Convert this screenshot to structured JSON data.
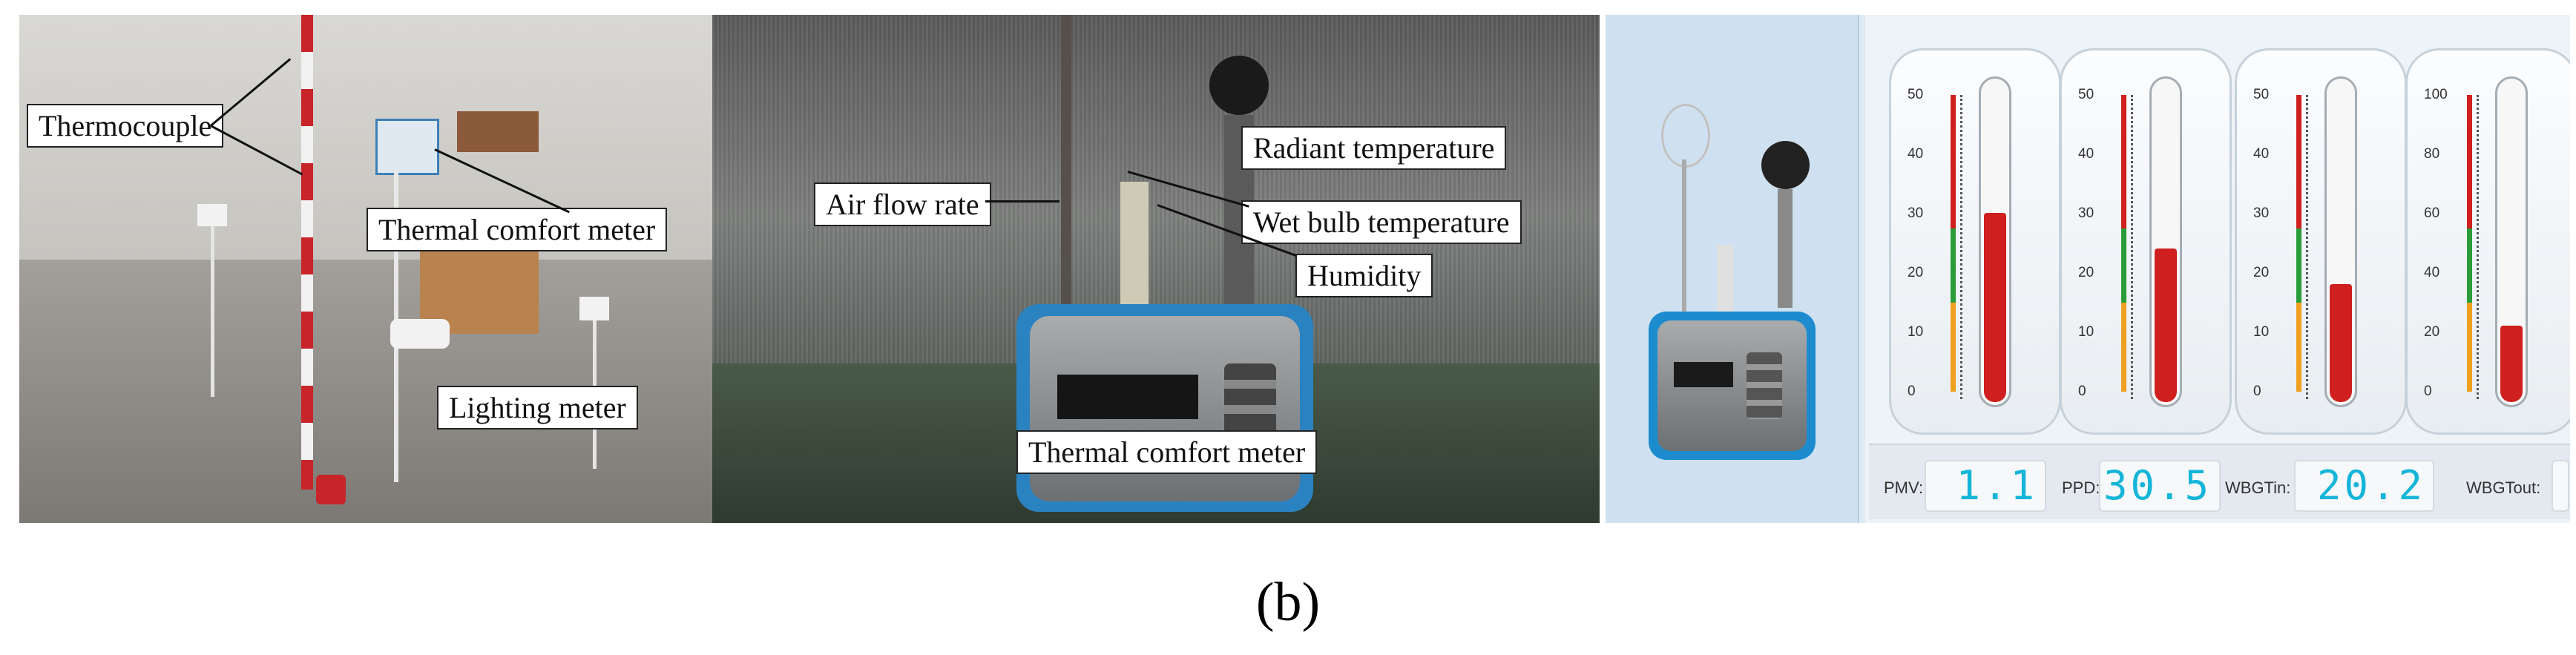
{
  "panel1": {
    "labels": {
      "thermocouple": "Thermocouple",
      "thermal_comfort_meter": "Thermal comfort meter",
      "lighting_meter": "Lighting  meter"
    }
  },
  "panel2": {
    "labels": {
      "radiant_temperature": "Radiant temperature",
      "air_flow_rate": "Air flow rate",
      "wet_bulb_temperature": "Wet bulb temperature",
      "humidity": "Humidity",
      "thermal_comfort_meter": "Thermal comfort meter"
    }
  },
  "panel3": {
    "gauges": [
      {
        "ticks": [
          "50",
          "40",
          "30",
          "20",
          "10",
          "0"
        ],
        "level": 30,
        "max": 50
      },
      {
        "ticks": [
          "50",
          "40",
          "30",
          "20",
          "10",
          "0"
        ],
        "level": 24,
        "max": 50
      },
      {
        "ticks": [
          "50",
          "40",
          "30",
          "20",
          "10",
          "0"
        ],
        "level": 18,
        "max": 50
      },
      {
        "ticks": [
          "100",
          "80",
          "60",
          "40",
          "20",
          "0"
        ],
        "level": 22,
        "max": 100
      }
    ],
    "readouts": [
      {
        "label": "PMV:",
        "value": "1.1"
      },
      {
        "label": "PPD:",
        "value": "30.5"
      },
      {
        "label": "WBGTin:",
        "value": "20.2"
      },
      {
        "label": "WBGTout:",
        "value": ""
      }
    ],
    "colors": {
      "red": "#cf1f1f",
      "green": "#2a9d3a",
      "orange": "#f0a020",
      "lcd": "#14b5d8"
    }
  },
  "caption": "(b)"
}
